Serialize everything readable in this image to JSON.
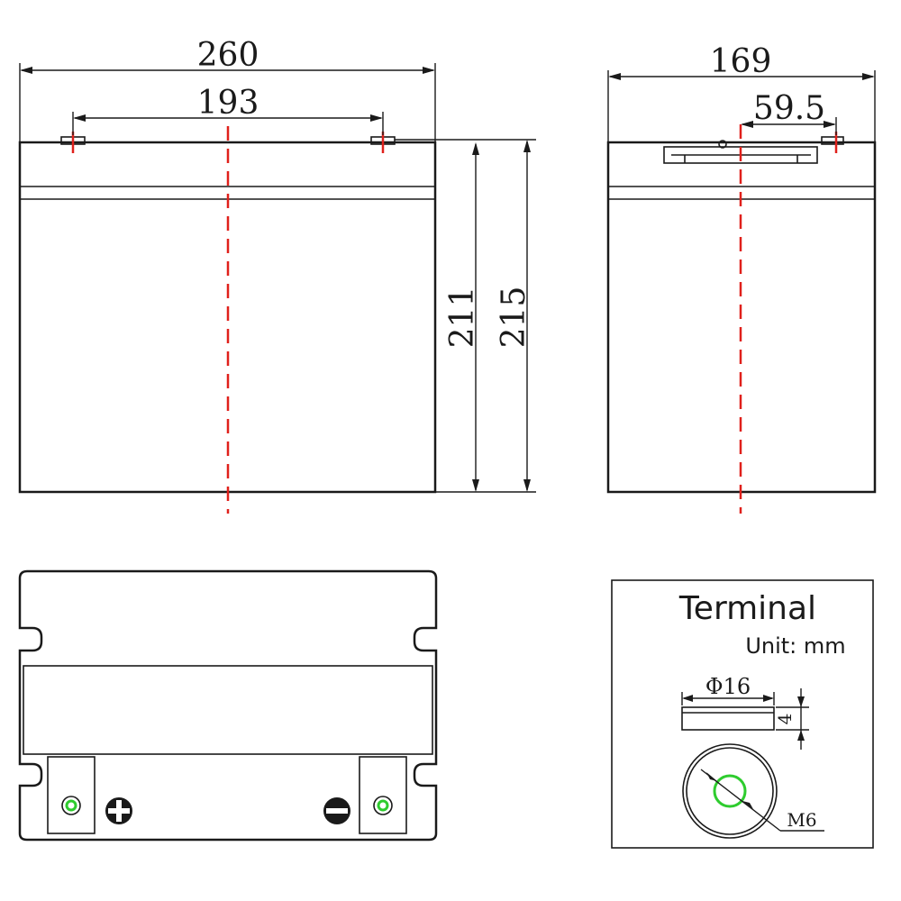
{
  "front_view": {
    "overall_width": "260",
    "terminal_spacing": "193",
    "height_case": "211",
    "height_total": "215"
  },
  "side_view": {
    "overall_depth": "169",
    "terminal_offset": "59.5"
  },
  "terminal_detail": {
    "title": "Terminal",
    "unit": "Unit: mm",
    "diameter": "Φ16",
    "thickness": "4",
    "thread": "M6"
  },
  "colors": {
    "centerline": "#e0201b",
    "terminal_hole": "#2ecc2e",
    "line": "#1a1a1a"
  },
  "icons": [
    "positive-terminal-icon",
    "negative-terminal-icon"
  ]
}
